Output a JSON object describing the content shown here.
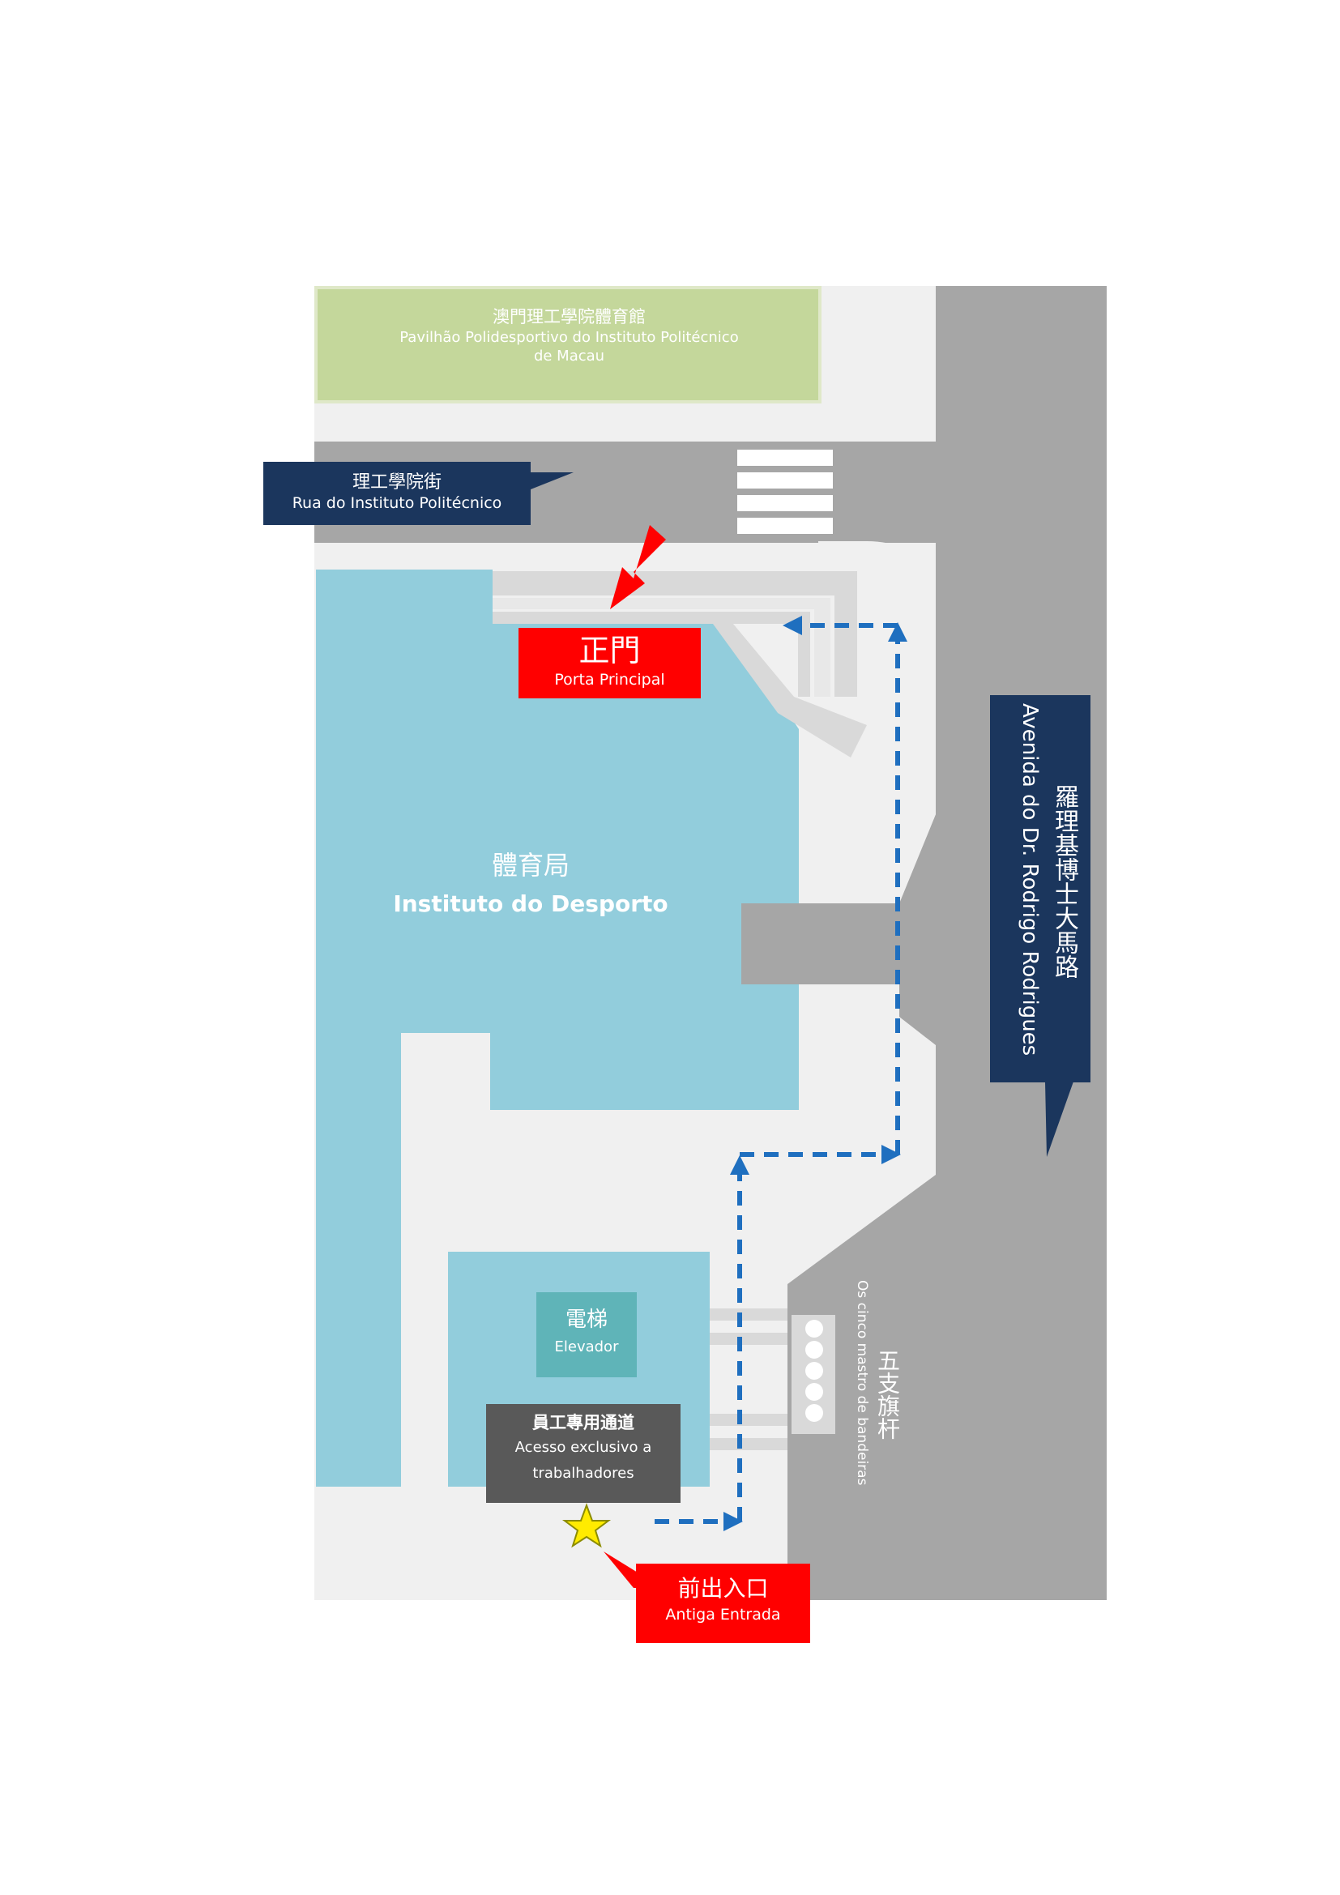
{
  "pavilion": {
    "zh": "澳門理工學院體育館",
    "pt": "Pavilhão Polidesportivo do Instituto Politécnico de Macau"
  },
  "street_top": {
    "zh": "理工學院街",
    "pt": "Rua do Instituto Politécnico"
  },
  "main_door": {
    "zh": "正門",
    "pt": "Porta Principal"
  },
  "building": {
    "zh": "體育局",
    "pt": "Instituto do Desporto"
  },
  "avenue": {
    "zh": "羅理基博士大馬路",
    "pt": "Avenida do Dr. Rodrigo Rodrigues"
  },
  "elevator": {
    "zh": "電梯",
    "pt": "Elevador"
  },
  "staff_access": {
    "zh": "員工專用通道",
    "pt": "Acesso exclusivo a trabalhadores"
  },
  "flagpoles": {
    "zh": "五支旗杆",
    "pt": "Os cinco mastro de bandeiras"
  },
  "old_entrance": {
    "zh": "前出入口",
    "pt": "Antiga Entrada"
  },
  "colors": {
    "road": "#a6a6a6",
    "sidewalk": "#f0f0f0",
    "building": "#92cddc",
    "pavilion": "#c4d79b",
    "navy": "#1b365d",
    "red": "#ff0000",
    "route": "#1f6fbf",
    "elevator": "#5fb4b8",
    "staff": "#595959",
    "star": "#ffeb00"
  },
  "icons": [
    "red-arrow-icon",
    "star-icon",
    "flagpole-icon",
    "route-arrow-icon"
  ]
}
